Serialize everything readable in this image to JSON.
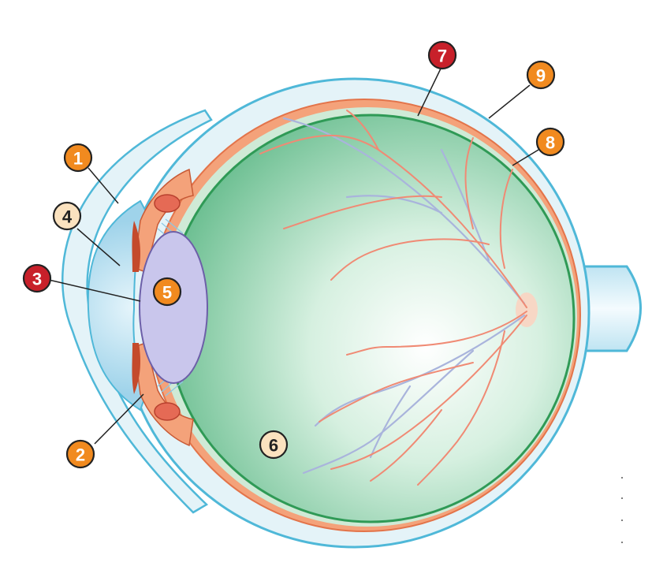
{
  "markers": [
    {
      "label": "1",
      "style": "orange"
    },
    {
      "label": "2",
      "style": "orange"
    },
    {
      "label": "3",
      "style": "red"
    },
    {
      "label": "4",
      "style": "cream"
    },
    {
      "label": "5",
      "style": "orange"
    },
    {
      "label": "6",
      "style": "cream"
    },
    {
      "label": "7",
      "style": "red"
    },
    {
      "label": "8",
      "style": "orange"
    },
    {
      "label": "9",
      "style": "orange"
    }
  ],
  "colors": {
    "orange": "#f18a1f",
    "red": "#c8202a",
    "cream": "#fbe2bf",
    "sclera": "#e4f3f8",
    "outline_blue": "#4fb8d8",
    "choroid": "#f4a27a",
    "retina": "#2f9a56",
    "vitreous": "#7fcf9f",
    "lens": "#c9c6ec",
    "cornea": "#b4dff0",
    "artery": "#f08a74",
    "vein": "#a9b4dc"
  }
}
